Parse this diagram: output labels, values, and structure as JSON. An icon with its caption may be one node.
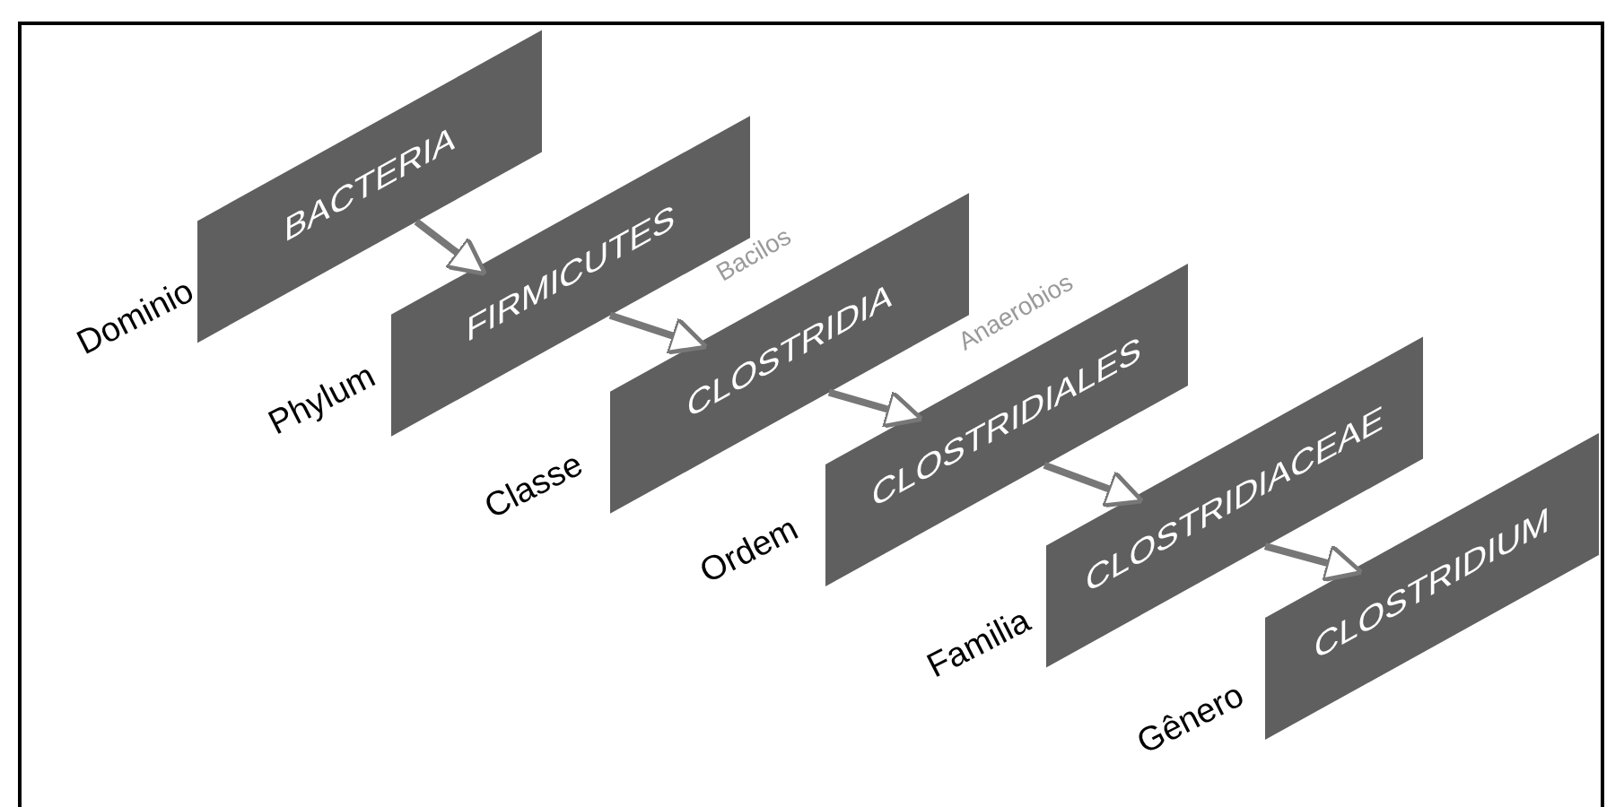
{
  "diagram": {
    "nodes": [
      {
        "text": [
          "BACTERIA"
        ],
        "beside": [
          "Dominio"
        ]
      },
      {
        "text": [
          "FIRMICUTES"
        ],
        "beside": [
          "Phylum"
        ]
      },
      {
        "text": [
          "CLOSTRIDIA"
        ],
        "beside": [
          "Classe"
        ]
      },
      {
        "text": [
          "CLOSTRIDIALES"
        ],
        "beside": [
          "Ordem"
        ]
      },
      {
        "text": [
          "CLOSTRIDIACEAE"
        ],
        "beside": [
          "Familia"
        ]
      },
      {
        "text": [
          "CLOSTRIDIUM"
        ],
        "beside": [
          "Gênero"
        ]
      }
    ],
    "edges": [
      {
        "from": 0,
        "to": 1,
        "arrow": "to"
      },
      {
        "from": 1,
        "to": 2,
        "arrow": "to"
      },
      {
        "from": 2,
        "to": 3,
        "arrow": "to"
      },
      {
        "from": 3,
        "to": 4,
        "arrow": "to"
      },
      {
        "from": 4,
        "to": 5,
        "arrow": "to"
      }
    ],
    "labels": [
      "Bacilos",
      "Anaerobios"
    ]
  }
}
